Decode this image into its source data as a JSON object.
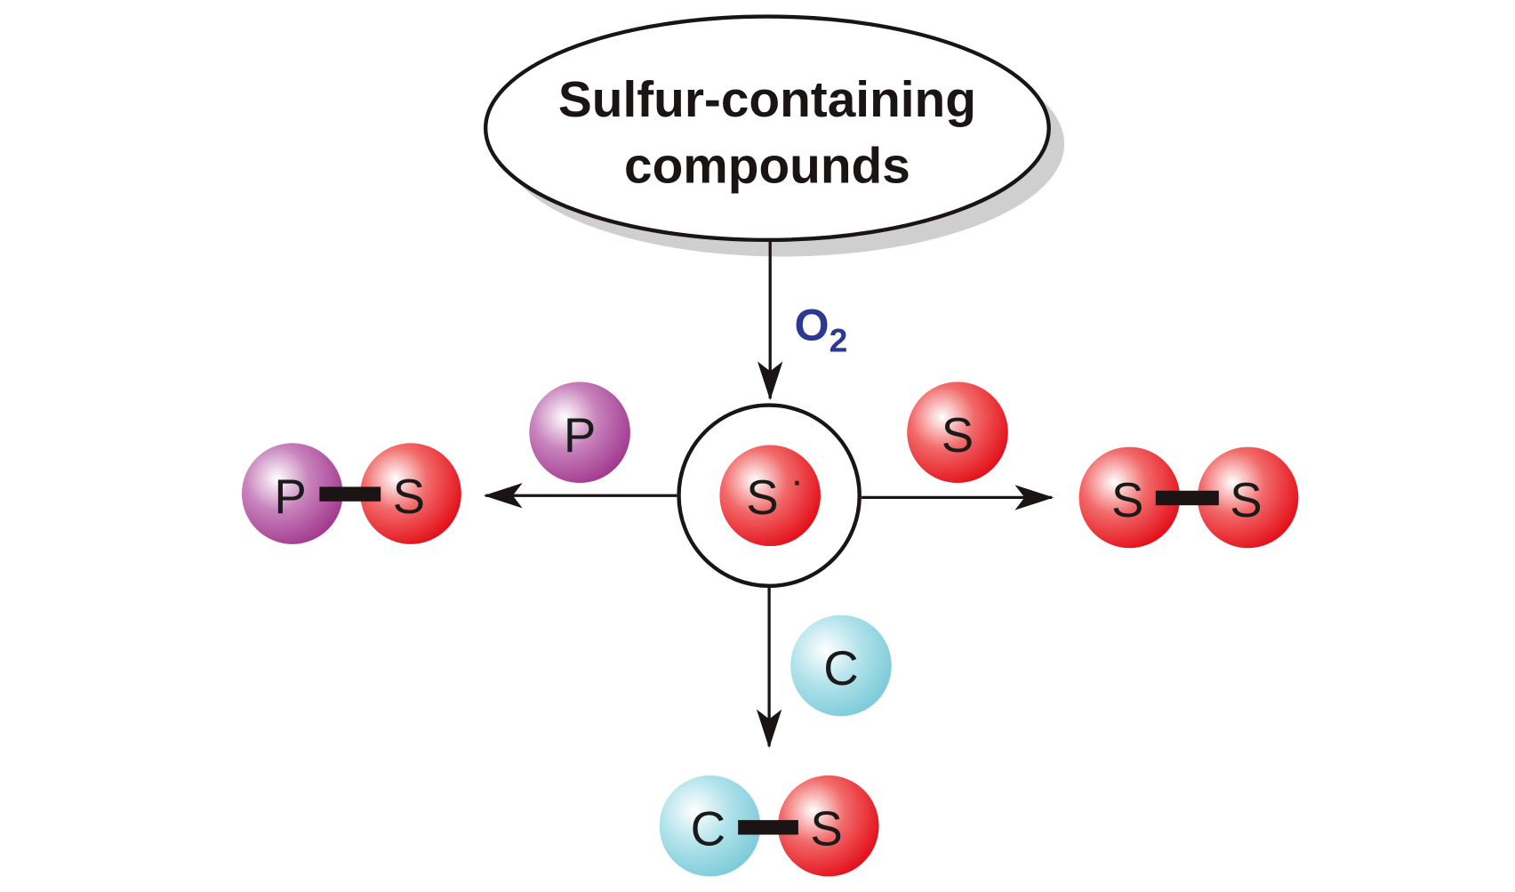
{
  "source": {
    "line1": "Sulfur-containing",
    "line2": "compounds"
  },
  "reagent": {
    "base": "O",
    "subscript": "2"
  },
  "center": {
    "label": "S",
    "radical_dot": "·"
  },
  "reactants": {
    "left": "P",
    "right": "S",
    "bottom": "C"
  },
  "products": {
    "left": [
      "P",
      "S"
    ],
    "right": [
      "S",
      "S"
    ],
    "bottom": [
      "C",
      "S"
    ]
  },
  "colors": {
    "sulfur": "#e8141c",
    "phosphorus": "#a9449a",
    "carbon": "#7fcfdc",
    "reagent": "#2b3990",
    "line": "#1a1414"
  }
}
